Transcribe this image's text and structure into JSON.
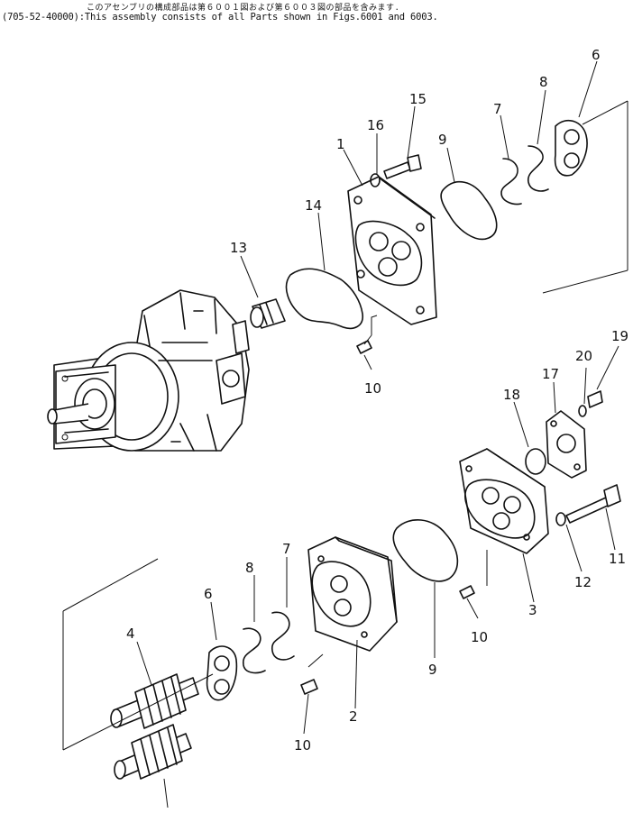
{
  "header": {
    "japanese_note": "このアセンブリの構成部品は第６００１図および第６００３図の部品を含みます.",
    "english_note": "(705-52-40000):This assembly consists of all Parts shown in Figs.6001 and 6003."
  },
  "callouts": {
    "c1": "1",
    "c2": "2",
    "c3": "3",
    "c4": "4",
    "c6a": "6",
    "c6b": "6",
    "c7a": "7",
    "c7b": "7",
    "c8a": "8",
    "c8b": "8",
    "c9a": "9",
    "c9b": "9",
    "c10a": "10",
    "c10b": "10",
    "c10c": "10",
    "c11": "11",
    "c12": "12",
    "c13": "13",
    "c14": "14",
    "c15": "15",
    "c16": "16",
    "c17": "17",
    "c18": "18",
    "c19": "19",
    "c20": "20"
  }
}
